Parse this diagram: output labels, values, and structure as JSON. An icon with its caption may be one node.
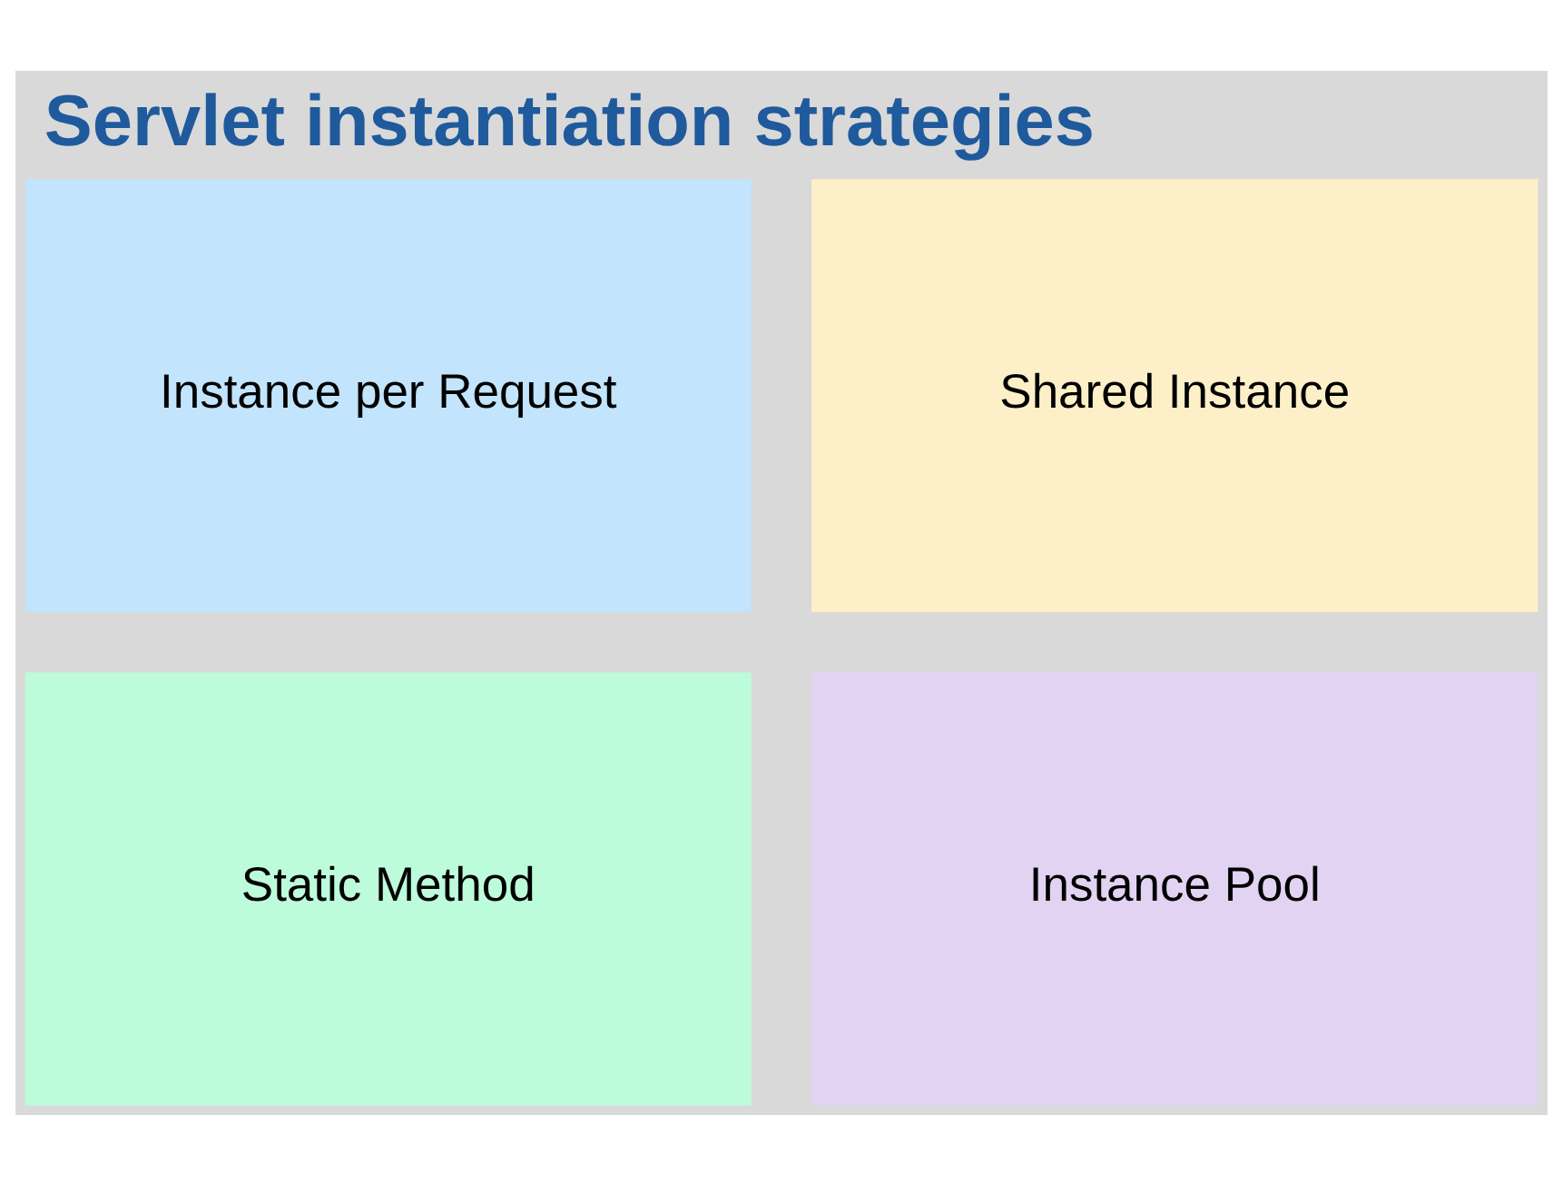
{
  "diagram": {
    "title": "Servlet instantiation strategies",
    "nodes": [
      {
        "text": [
          "Instance per Request"
        ]
      },
      {
        "text": [
          "Shared Instance"
        ]
      },
      {
        "text": [
          "Static Method"
        ]
      },
      {
        "text": [
          "Instance Pool"
        ]
      }
    ]
  }
}
